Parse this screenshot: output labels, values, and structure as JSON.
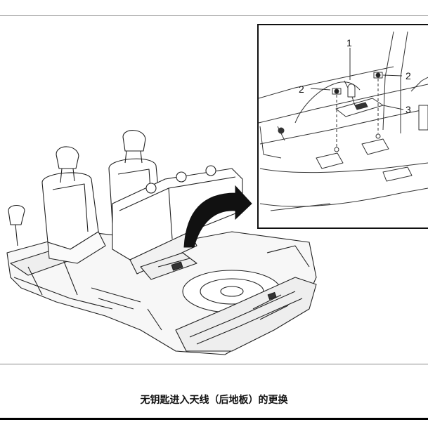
{
  "caption": "无钥匙进入天线（后地板）的更换",
  "callouts": {
    "c1": "1",
    "c2_left": "2",
    "c2_right": "2",
    "c3": "3"
  }
}
